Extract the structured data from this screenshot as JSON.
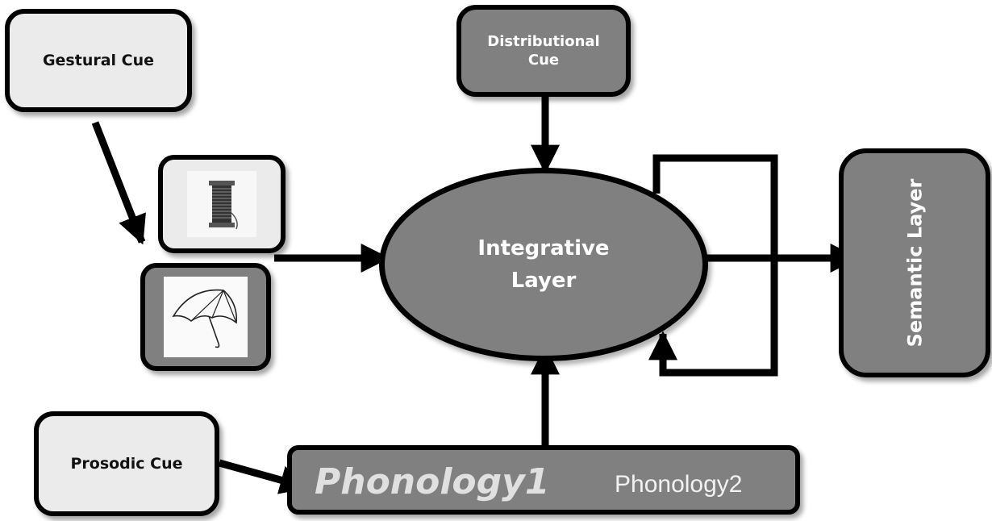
{
  "nodes": {
    "gestural_cue": "Gestural Cue",
    "distributional_cue_line1": "Distributional",
    "distributional_cue_line2": "Cue",
    "prosodic_cue": "Prosodic Cue",
    "integrative_line1": "Integrative",
    "integrative_line2": "Layer",
    "semantic_layer": "Semantic Layer",
    "phonology1": "Phonology1",
    "phonology2": "Phonology2"
  },
  "images": {
    "top_card": "spool-of-thread",
    "bottom_card": "umbrella"
  },
  "colors": {
    "dark_box": "#808080",
    "light_box": "#ebebeb",
    "stroke": "#000000"
  }
}
